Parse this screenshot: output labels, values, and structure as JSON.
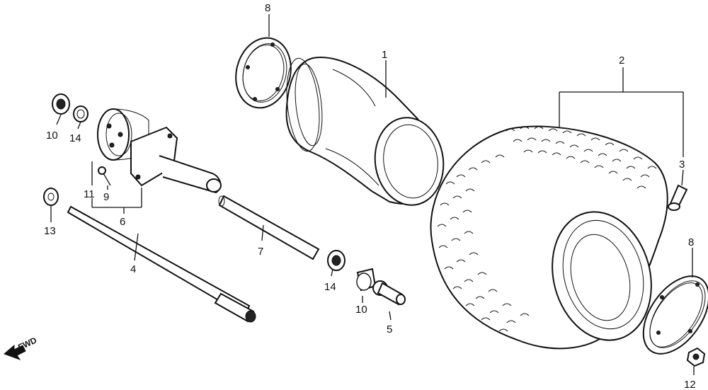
{
  "callouts": {
    "c1": "1",
    "c2": "2",
    "c3": "3",
    "c4": "4",
    "c5": "5",
    "c6": "6",
    "c7": "7",
    "c8_top": "8",
    "c8_right": "8",
    "c9": "9",
    "c10_left": "10",
    "c10_mid": "10",
    "c11": "11",
    "c12": "12",
    "c13": "13",
    "c14_left": "14",
    "c14_mid": "14"
  },
  "direction_label": "FWD"
}
